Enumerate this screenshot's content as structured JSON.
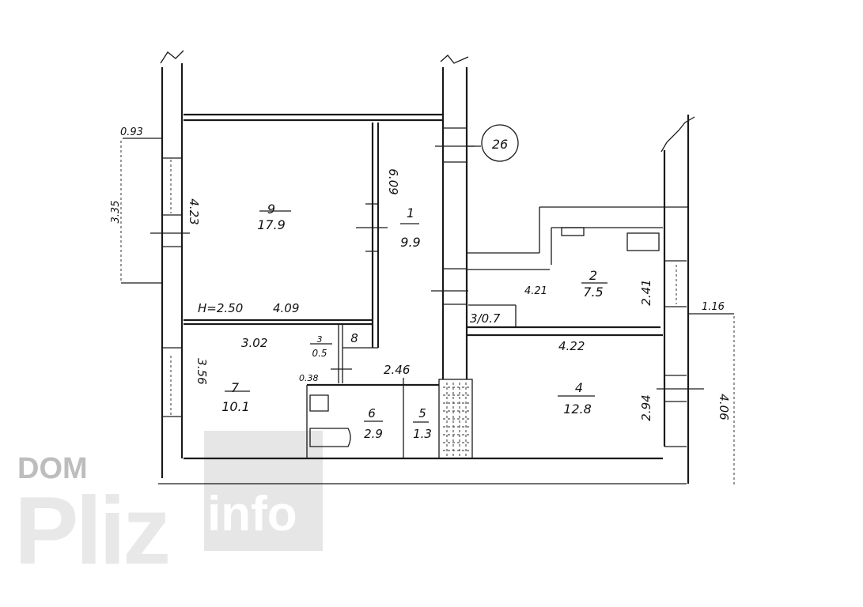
{
  "plan": {
    "section_marker": "26",
    "rooms": [
      {
        "number": "9",
        "area": "17.9"
      },
      {
        "number": "1",
        "area": "9.9"
      },
      {
        "number": "2",
        "area": "7.5"
      },
      {
        "number": "3/0.7",
        "area": ""
      },
      {
        "number": "4",
        "area": "12.8"
      },
      {
        "number": "7",
        "area": "10.1"
      },
      {
        "number": "6",
        "area": "2.9"
      },
      {
        "number": "5",
        "area": "1.3"
      },
      {
        "number": "3",
        "area": "0.5"
      },
      {
        "number": "8",
        "area": ""
      }
    ],
    "dimensions": {
      "d093": "0.93",
      "d335": "3.35",
      "d423": "4.23",
      "d609": "6.09",
      "height": "H=2.50",
      "d409": "4.09",
      "d302": "3.02",
      "d356": "3.56",
      "d038": "0.38",
      "d246": "2.46",
      "d421": "4.21",
      "d241": "2.41",
      "d116": "1.16",
      "d422": "4.22",
      "d294": "2.94",
      "d406": "4.06"
    }
  },
  "watermark": {
    "line1": "DOM",
    "line2": "Pliz",
    "line3": "info"
  }
}
